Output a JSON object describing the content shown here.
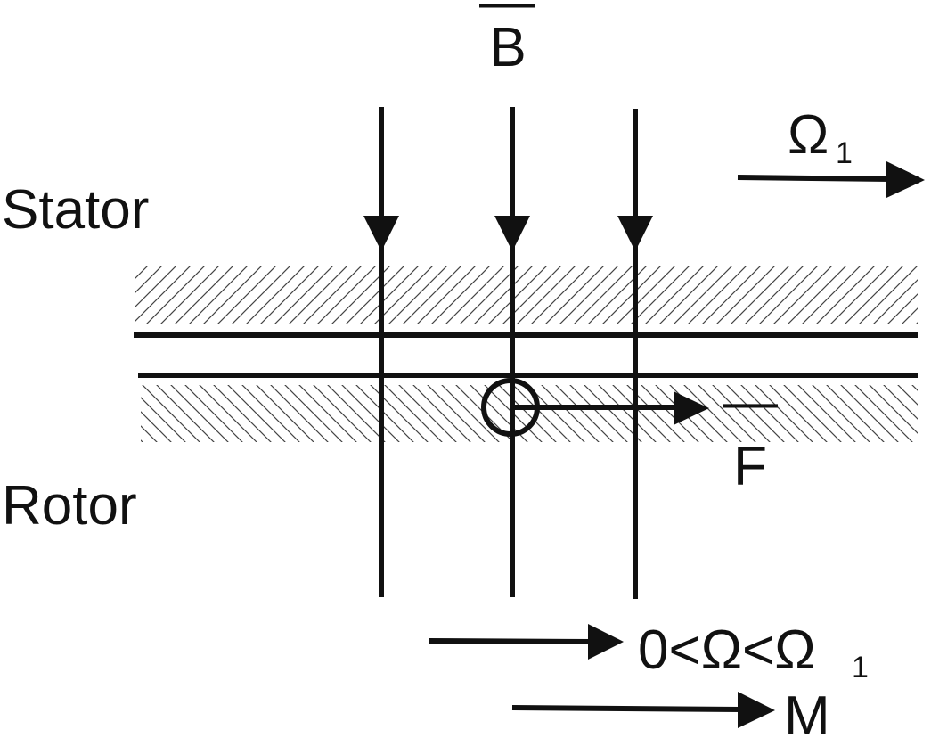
{
  "labels": {
    "field": "B",
    "field_bar": "—",
    "stator": "Stator",
    "rotor": "Rotor",
    "force": "F",
    "stator_speed_symbol": "Ω",
    "stator_speed_sub": "1",
    "rotor_speed_prefix": "0<Ω<Ω",
    "rotor_speed_sub": "1",
    "torque": "M"
  },
  "colors": {
    "ink": "#111111",
    "hatch": "#333333",
    "background": "#ffffff"
  }
}
